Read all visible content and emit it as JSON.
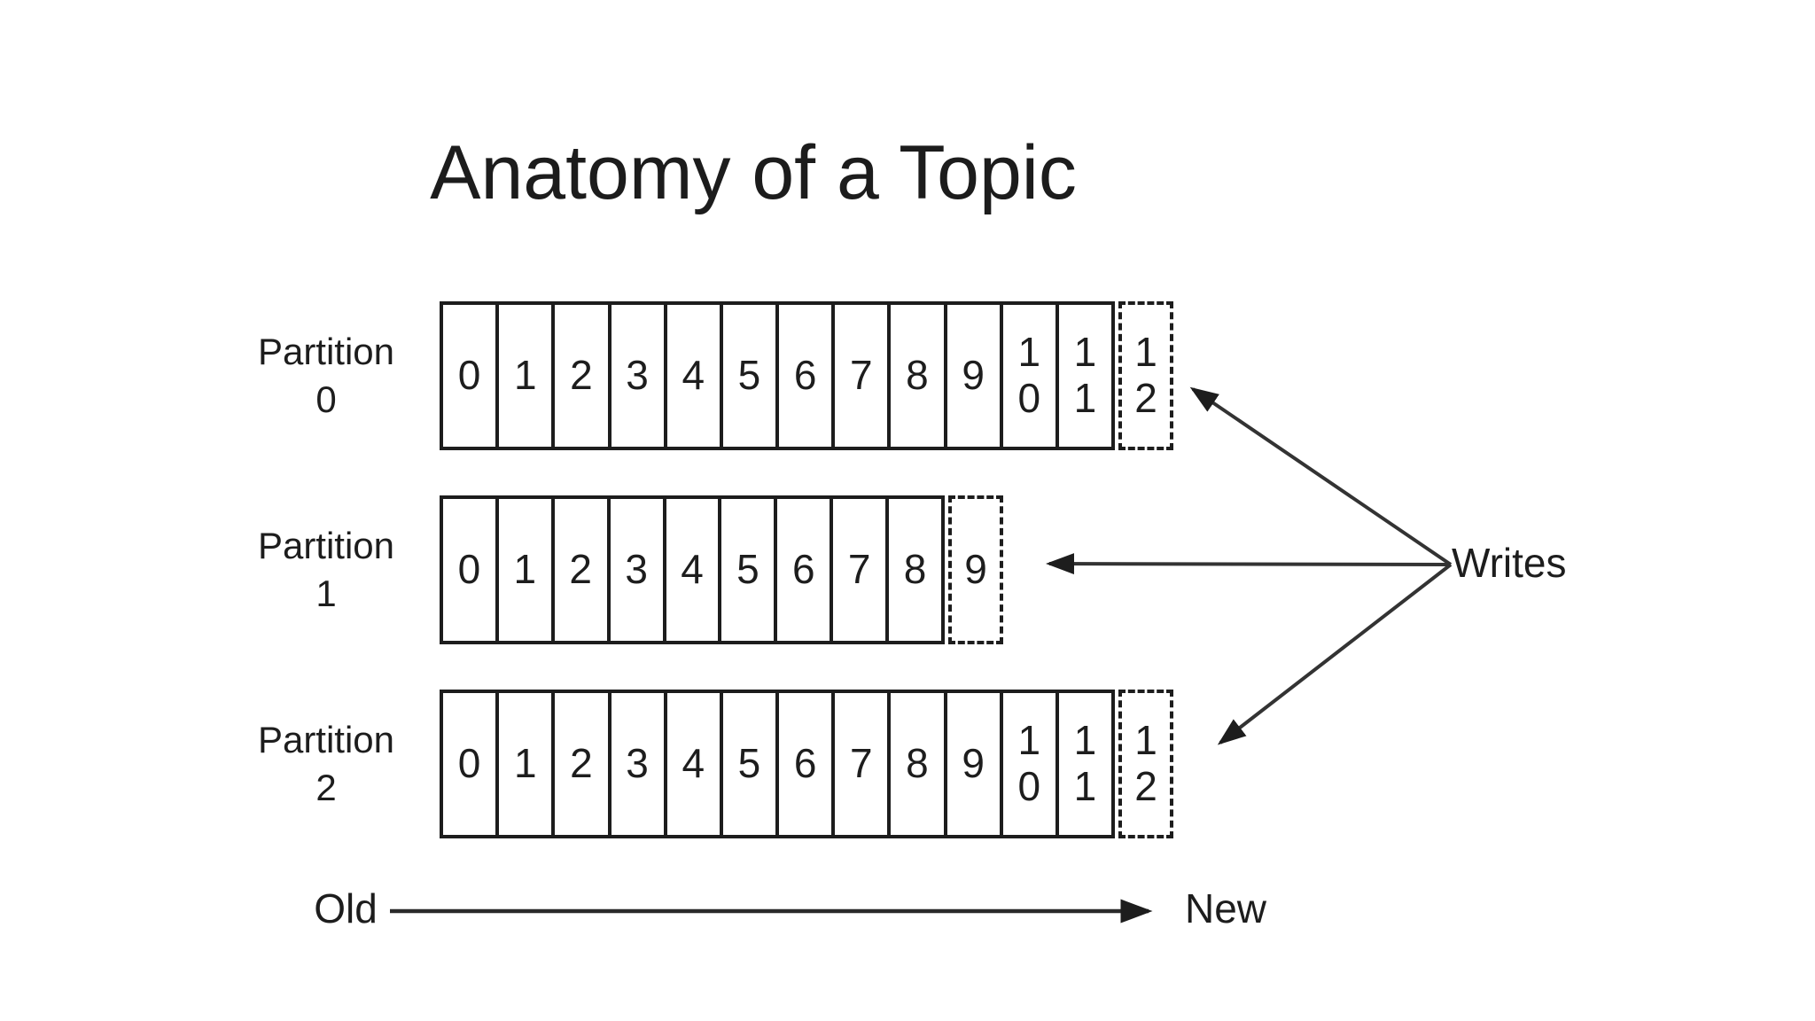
{
  "title": "Anatomy of a Topic",
  "colors": {
    "ink": "#1d1d1d",
    "arrow": "#333333",
    "background": "#ffffff"
  },
  "partitions": [
    {
      "label": "Partition\n0",
      "cells": [
        "0",
        "1",
        "2",
        "3",
        "4",
        "5",
        "6",
        "7",
        "8",
        "9",
        "1\n0",
        "1\n1"
      ],
      "next_cell": "1\n2"
    },
    {
      "label": "Partition\n1",
      "cells": [
        "0",
        "1",
        "2",
        "3",
        "4",
        "5",
        "6",
        "7",
        "8"
      ],
      "next_cell": "9"
    },
    {
      "label": "Partition\n2",
      "cells": [
        "0",
        "1",
        "2",
        "3",
        "4",
        "5",
        "6",
        "7",
        "8",
        "9",
        "1\n0",
        "1\n1"
      ],
      "next_cell": "1\n2"
    }
  ],
  "annotations": {
    "writes": "Writes",
    "old": "Old",
    "new": "New"
  }
}
